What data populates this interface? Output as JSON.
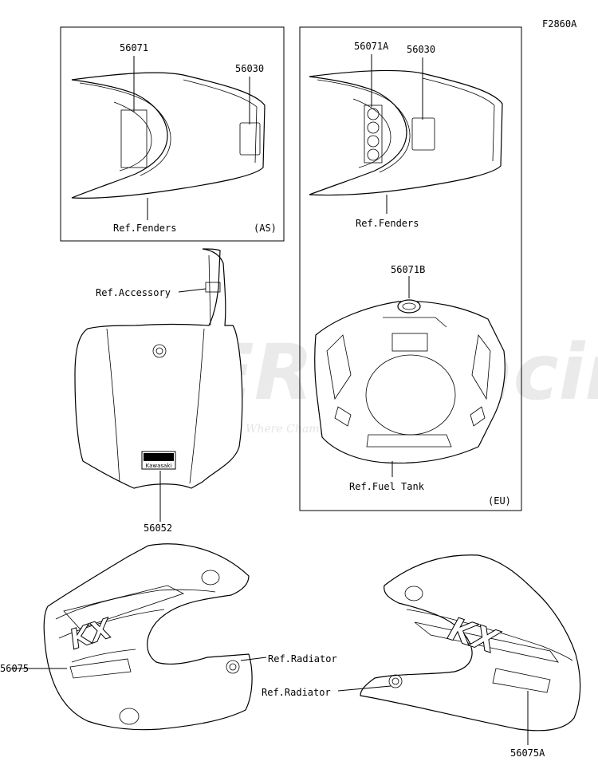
{
  "figure_code": "F2860A",
  "labels": {
    "p56071": "56071",
    "p56030_left": "56030",
    "ref_fenders_left": "Ref.Fenders",
    "as_tag": "(AS)",
    "p56071A": "56071A",
    "p56030_right": "56030",
    "ref_fenders_right": "Ref.Fenders",
    "p56071B": "56071B",
    "ref_fuel_tank": "Ref.Fuel Tank",
    "eu_tag": "(EU)",
    "ref_accessory": "Ref.Accessory",
    "p56052": "56052",
    "p56075": "56075",
    "ref_radiator_left": "Ref.Radiator",
    "ref_radiator_right": "Ref.Radiator",
    "p56075A": "56075A"
  },
  "watermark": {
    "brand": "BERG Racing",
    "tagline": "Where Champions are born"
  },
  "logo": {
    "kawasaki_text": "Kawasaki"
  }
}
